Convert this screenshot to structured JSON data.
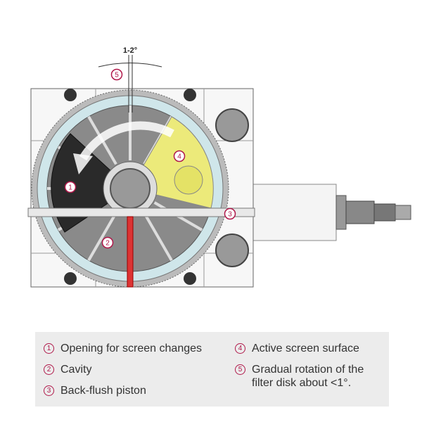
{
  "diagram": {
    "angle_label": "1-2°",
    "markers": [
      "1",
      "2",
      "3",
      "4",
      "5"
    ]
  },
  "legend": {
    "items": [
      {
        "num": "1",
        "text": "Opening for screen changes"
      },
      {
        "num": "2",
        "text": "Cavity"
      },
      {
        "num": "3",
        "text": "Back-flush piston"
      },
      {
        "num": "4",
        "text": "Active screen surface"
      },
      {
        "num": "5",
        "text": "Gradual rotation of the filter disk about <1°."
      }
    ]
  },
  "colors": {
    "accent": "#b0184a",
    "active": "#ecea7a",
    "ring": "#cfe6ea",
    "piston": "#d33"
  }
}
